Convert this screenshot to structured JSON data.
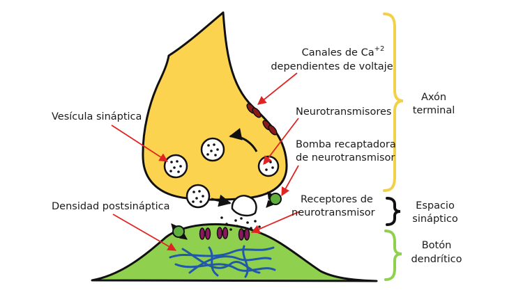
{
  "labels": {
    "calcium_channels_line1": "Canales de Ca",
    "calcium_superscript": "+2",
    "calcium_channels_line2": "dependientes de voltaje",
    "synaptic_vesicle": "Vesícula sináptica",
    "neurotransmitters": "Neurotransmisores",
    "reuptake_pump_line1": "Bomba recaptadora",
    "reuptake_pump_line2": "de neurotransmisor",
    "receptors_line1": "Receptores de",
    "receptors_line2": "neurotransmisor",
    "postsynaptic_density": "Densidad postsináptica"
  },
  "regions": {
    "axon_terminal_line1": "Axón",
    "axon_terminal_line2": "terminal",
    "synaptic_cleft_line1": "Espacio",
    "synaptic_cleft_line2": "sináptico",
    "dendritic_button_line1": "Botón",
    "dendritic_button_line2": "dendrítico"
  },
  "colors": {
    "axon_fill": "#fcd34f",
    "dendrite_fill": "#8fd14f",
    "filament": "#2159a8",
    "channel": "#8b1a1a",
    "receptor": "#8b1a5c",
    "pump": "#5fae3e",
    "pointer": "#e02424",
    "axon_brace": "#f2d14a",
    "cleft_brace": "#111111",
    "dendrite_brace": "#8fd14f"
  }
}
